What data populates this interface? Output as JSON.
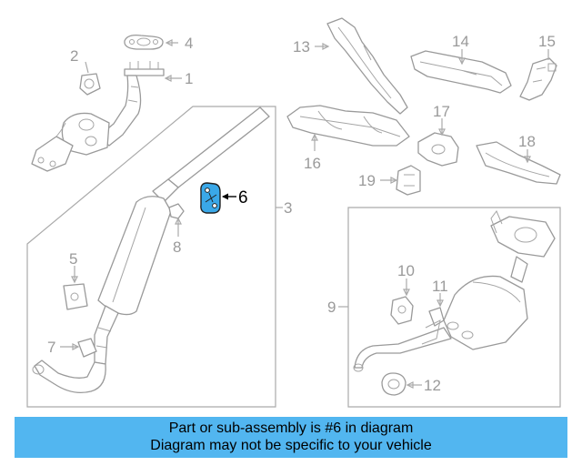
{
  "diagram": {
    "callouts": [
      "1",
      "2",
      "3",
      "4",
      "5",
      "6",
      "7",
      "8",
      "9",
      "10",
      "11",
      "12",
      "13",
      "14",
      "15",
      "16",
      "17",
      "18",
      "19"
    ],
    "highlighted_part": "6",
    "colors": {
      "highlight_fill": "#3aa8e8",
      "caption_bg": "#52b6f0",
      "line": "#9a9a9a"
    }
  },
  "caption": {
    "line1": "Part or sub-assembly is #6 in diagram",
    "line2": "Diagram may not be specific to your vehicle"
  }
}
